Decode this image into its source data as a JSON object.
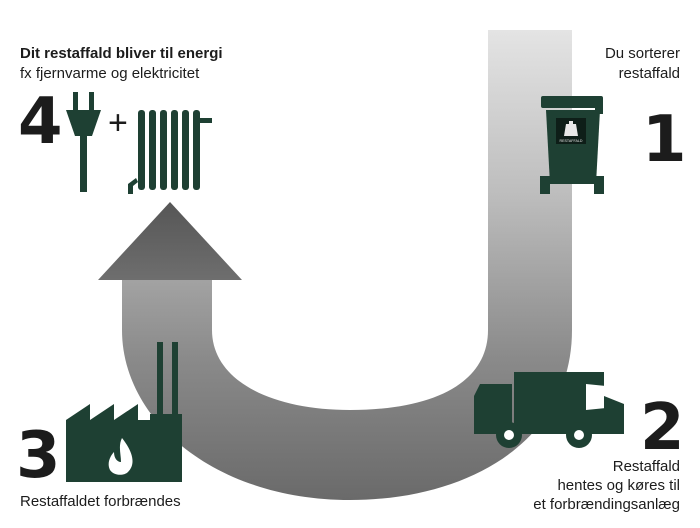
{
  "colors": {
    "icon_green": "#1e4033",
    "arrow_dark": "#5a5a5a",
    "arrow_light": "#d6d6d6",
    "text": "#1c1c1c"
  },
  "steps": [
    {
      "number": "1",
      "lines": [
        "Du sorterer",
        "restaffald"
      ],
      "icon": "waste-bin-icon",
      "bin_label": "RESTAFFALD"
    },
    {
      "number": "2",
      "lines": [
        "Restaffald",
        "hentes og køres til",
        "et forbrændingsanlæg"
      ],
      "icon": "garbage-truck-icon"
    },
    {
      "number": "3",
      "lines": [
        "Restaffaldet forbrændes"
      ],
      "icon": "incineration-plant-icon"
    },
    {
      "number": "4",
      "title": "Dit restaffald bliver til energi",
      "lines": [
        "fx fjernvarme og elektricitet"
      ],
      "icon": "plug-and-radiator-icon",
      "plus": "+"
    }
  ]
}
